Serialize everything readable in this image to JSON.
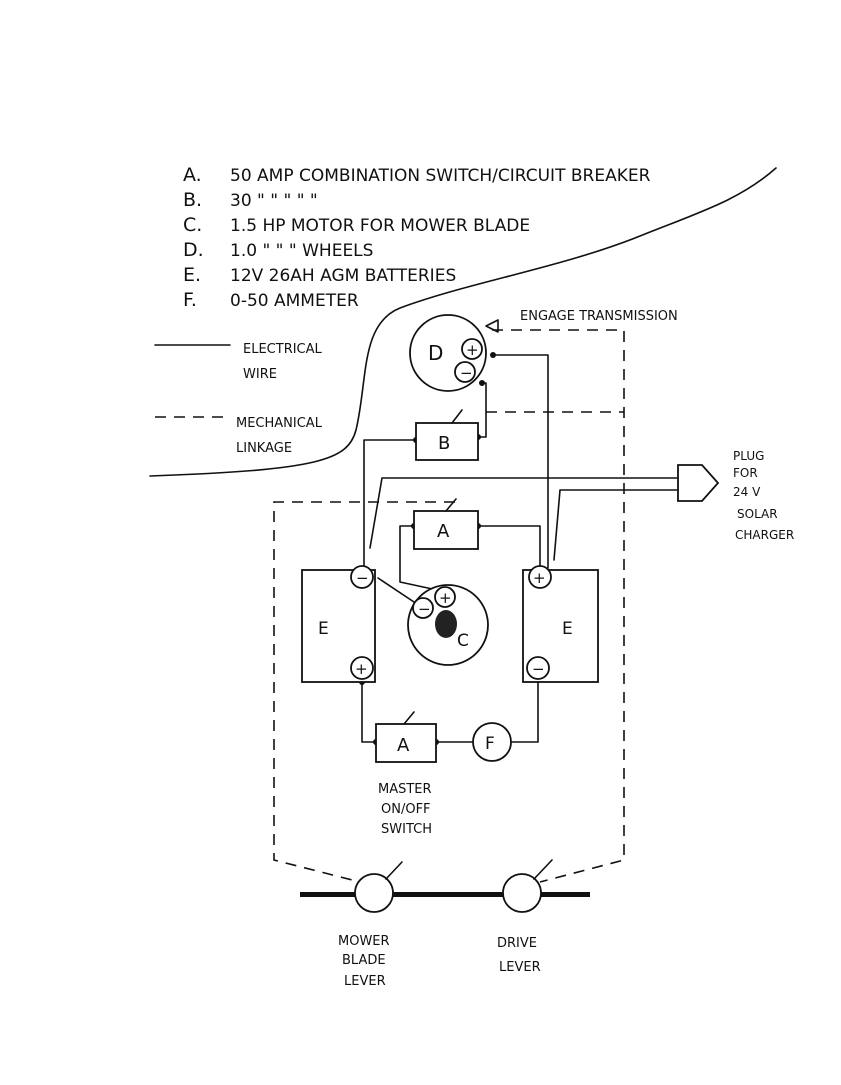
{
  "legend_items": [
    {
      "letter": "A.",
      "text": "50 AMP COMBINATION SWITCH/CIRCUIT BREAKER"
    },
    {
      "letter": "B.",
      "text": "30   \"        \"        \"     \"     \""
    },
    {
      "letter": "C.",
      "text": "1.5 HP MOTOR FOR MOWER BLADE"
    },
    {
      "letter": "D.",
      "text": "1.0   \"    \"    \"  WHEELS"
    },
    {
      "letter": "E.",
      "text": "12V 26AH AGM BATTERIES"
    },
    {
      "letter": "F.",
      "text": "0-50 AMMETER"
    }
  ],
  "key": {
    "electrical_1": "ELECTRICAL",
    "electrical_2": "WIRE",
    "mechanical_1": "MECHANICAL",
    "mechanical_2": "LINKAGE"
  },
  "engage": "ENGAGE TRANSMISSION",
  "plug": [
    "PLUG",
    "FOR",
    "24 V",
    "SOLAR",
    "CHARGER"
  ],
  "components": {
    "d": "D",
    "b": "B",
    "a_top": "A",
    "c": "C",
    "e_left": "E",
    "e_right": "E",
    "a_bottom": "A",
    "f": "F",
    "plus": "+",
    "minus": "−"
  },
  "master": [
    "MASTER",
    "ON/OFF",
    "SWITCH"
  ],
  "levers": {
    "mower": [
      "MOWER",
      "BLADE",
      "LEVER"
    ],
    "drive": [
      "DRIVE",
      "LEVER"
    ]
  }
}
